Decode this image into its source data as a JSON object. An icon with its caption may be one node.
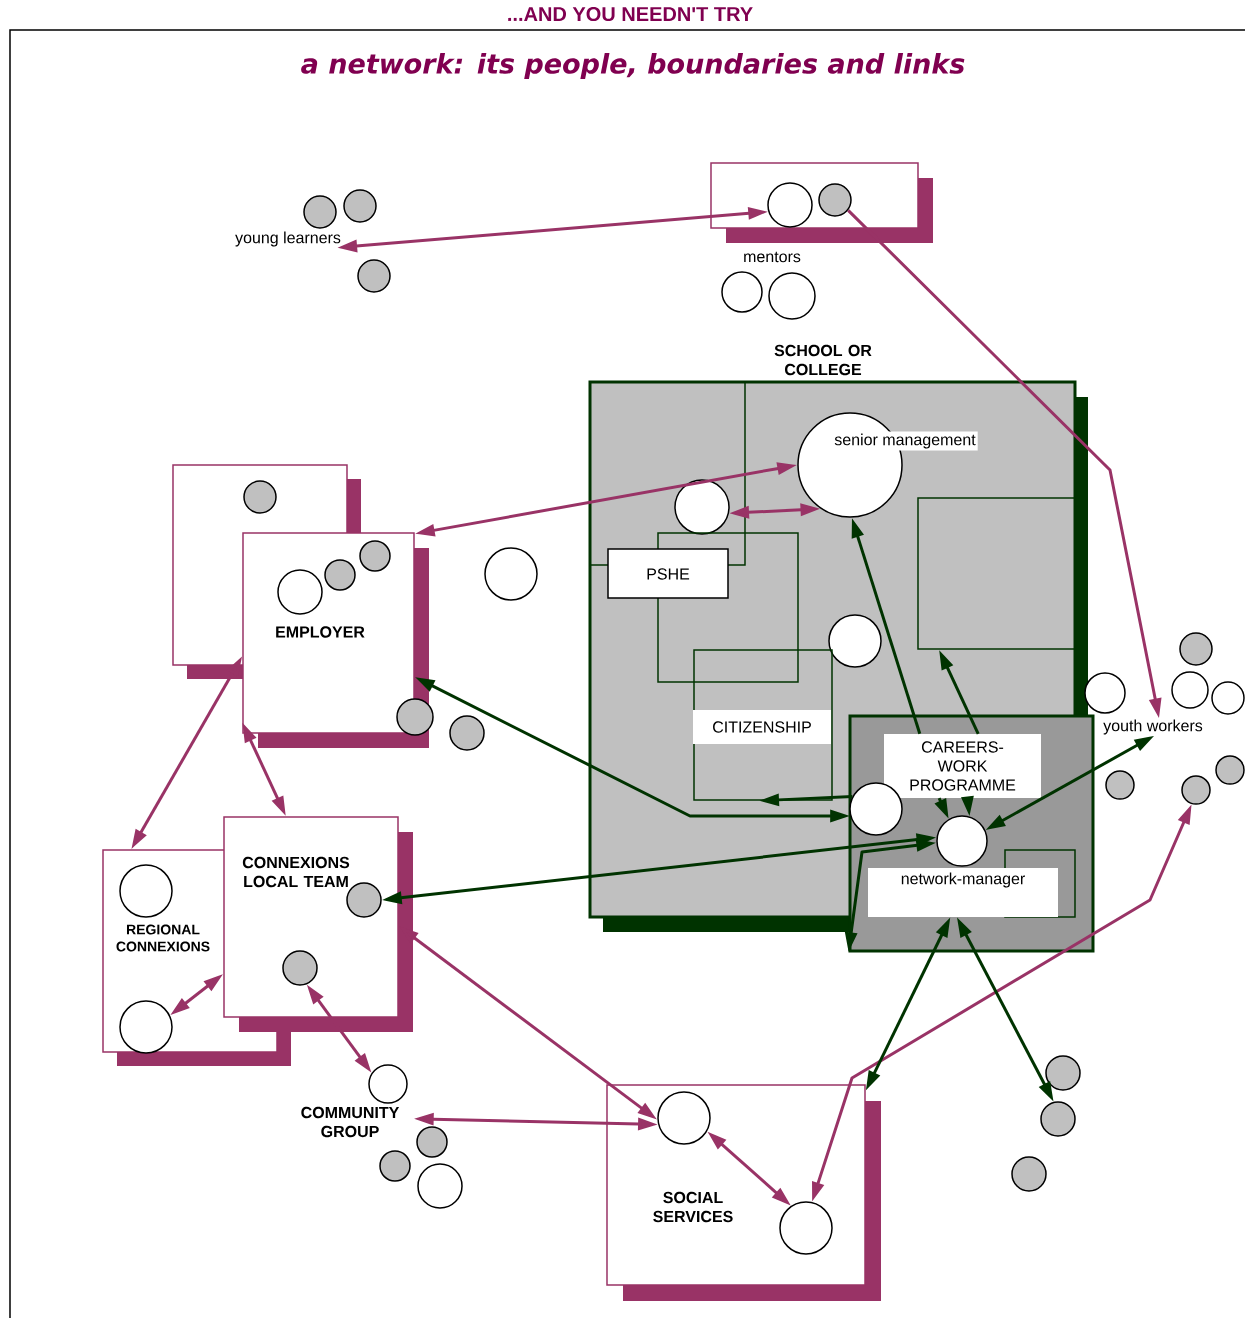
{
  "diagram": {
    "title": "a network: its people, boundaries and links",
    "nodes": [
      {
        "text": [],
        "shape": "box"
      },
      {
        "text": [],
        "shape": "circle",
        "in": 0
      },
      {
        "text": [],
        "shape": "circle",
        "in": 0
      },
      {
        "text": [],
        "shape": "circle"
      },
      {
        "text": [],
        "shape": "circle"
      },
      {
        "text": [],
        "shape": "circle"
      },
      {
        "text": [
          "young learners"
        ]
      },
      {
        "text": [],
        "shape": "circle"
      },
      {
        "text": [],
        "shape": "circle"
      },
      {
        "text": [
          "mentors"
        ]
      },
      {
        "text": [
          "SCHOOL OR COLLEGE"
        ]
      },
      {
        "text": [],
        "shape": "box",
        "in": 10
      },
      {
        "text": [
          "senior management"
        ],
        "in": 10
      },
      {
        "text": [],
        "shape": "circle",
        "in": 11
      },
      {
        "text": [],
        "shape": "box",
        "in": 10
      },
      {
        "text": [],
        "shape": "box",
        "in": 10
      },
      {
        "text": [
          "PSHE"
        ],
        "in": 10
      },
      {
        "text": [],
        "shape": "circle",
        "in": 10
      },
      {
        "text": [
          "CITIZENSHIP"
        ],
        "in": 10
      },
      {
        "text": [],
        "shape": "box"
      },
      {
        "text": [
          "CAREERS-WORK PROGRAMME"
        ],
        "in": 19
      },
      {
        "text": [],
        "shape": "circle",
        "in": 19
      },
      {
        "text": [],
        "shape": "circle",
        "in": 19
      },
      {
        "text": [],
        "shape": "box",
        "in": 19
      },
      {
        "text": [
          "network-manager"
        ],
        "in": 19
      },
      {
        "text": [],
        "shape": "box"
      },
      {
        "text": [],
        "shape": "circle",
        "in": 25
      },
      {
        "text": [
          "EMPLOYER"
        ]
      },
      {
        "text": [],
        "shape": "circle"
      },
      {
        "text": [],
        "shape": "circle"
      },
      {
        "text": [],
        "shape": "circle"
      },
      {
        "text": [],
        "shape": "circle"
      },
      {
        "text": [],
        "shape": "circle"
      },
      {
        "text": [],
        "shape": "circle"
      },
      {
        "text": [],
        "shape": "circle"
      },
      {
        "text": [],
        "shape": "circle"
      },
      {
        "text": [],
        "shape": "circle"
      },
      {
        "text": [],
        "shape": "circle"
      },
      {
        "text": [
          "youth workers"
        ]
      },
      {
        "text": [],
        "shape": "circle"
      },
      {
        "text": [],
        "shape": "circle"
      },
      {
        "text": [],
        "shape": "circle"
      },
      {
        "text": [
          "REGIONAL CONNEXIONS"
        ]
      },
      {
        "text": [
          "CONNEXIONS LOCAL TEAM"
        ]
      },
      {
        "text": [],
        "shape": "circle",
        "in": 42
      },
      {
        "text": [],
        "shape": "circle",
        "in": 43
      },
      {
        "text": [],
        "shape": "circle",
        "in": 43
      },
      {
        "text": [],
        "shape": "circle",
        "in": 42
      },
      {
        "text": [],
        "shape": "circle"
      },
      {
        "text": [],
        "shape": "circle"
      },
      {
        "text": [],
        "shape": "circle"
      },
      {
        "text": [],
        "shape": "circle"
      },
      {
        "text": [
          "COMMUNITY GROUP"
        ]
      },
      {
        "text": [],
        "shape": "circle"
      },
      {
        "text": [],
        "shape": "circle"
      },
      {
        "text": [],
        "shape": "circle"
      },
      {
        "text": [
          "SOCIAL SERVICES"
        ]
      },
      {
        "text": [],
        "shape": "circle",
        "in": 56
      },
      {
        "text": [],
        "shape": "circle",
        "in": 56
      }
    ],
    "edges": [
      {
        "from": 6,
        "to": 1,
        "arrow": "both"
      },
      {
        "from": 2,
        "to": 38,
        "arrow": "to"
      },
      {
        "from": 12,
        "to": 27,
        "arrow": "both"
      },
      {
        "from": 13,
        "to": 12,
        "arrow": "both"
      },
      {
        "from": 27,
        "to": 42,
        "arrow": "both"
      },
      {
        "from": 27,
        "to": 43,
        "arrow": "both"
      },
      {
        "from": 47,
        "to": 43,
        "arrow": "both"
      },
      {
        "from": 46,
        "to": 51,
        "arrow": "both"
      },
      {
        "from": 43,
        "to": 57,
        "arrow": "both"
      },
      {
        "from": 52,
        "to": 57,
        "arrow": "both"
      },
      {
        "from": 57,
        "to": 58,
        "arrow": "both"
      },
      {
        "from": 40,
        "to": 58,
        "arrow": "both"
      },
      {
        "from": 27,
        "to": 21,
        "arrow": "both",
        "color": "#003300"
      },
      {
        "from": 21,
        "to": 18,
        "arrow": "to",
        "color": "#003300"
      },
      {
        "from": 20,
        "to": 12,
        "arrow": "to",
        "color": "#003300"
      },
      {
        "from": 20,
        "to": 15,
        "arrow": "to",
        "color": "#003300"
      },
      {
        "from": 20,
        "to": 22,
        "arrow": "to",
        "color": "#003300"
      },
      {
        "from": 20,
        "to": 22,
        "arrow": "to",
        "color": "#003300"
      },
      {
        "from": 45,
        "to": 22,
        "arrow": "both",
        "color": "#003300"
      },
      {
        "from": 22,
        "to": 38,
        "arrow": "both",
        "color": "#003300"
      },
      {
        "from": 22,
        "to": 19,
        "arrow": "both",
        "color": "#003300"
      },
      {
        "from": 24,
        "to": 56,
        "arrow": "both",
        "color": "#003300"
      },
      {
        "from": 24,
        "to": 49,
        "arrow": "both",
        "color": "#003300"
      }
    ],
    "labels": [
      "...AND YOU NEEDN'T TRY"
    ]
  }
}
